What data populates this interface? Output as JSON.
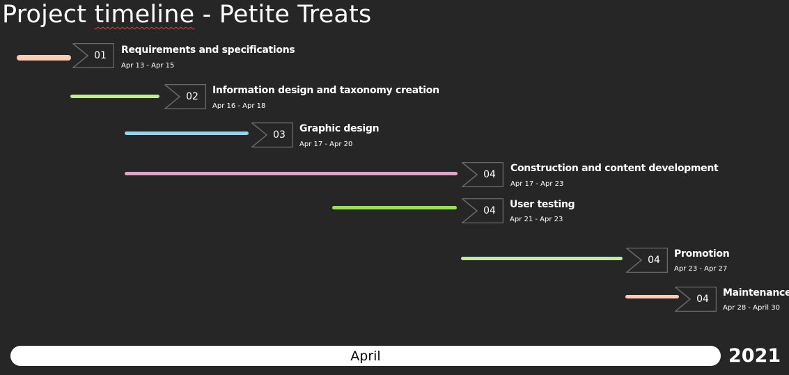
{
  "slide": {
    "title_prefix": "Project ",
    "title_misspelled": "timeline",
    "title_suffix": " - Petite Treats"
  },
  "tasks": [
    {
      "number": "01",
      "name": "Requirements and specifications",
      "dates": "Apr 13 - Apr 15",
      "color": "#f9cdb5"
    },
    {
      "number": "02",
      "name": "Information design and taxonomy creation",
      "dates": "Apr 16 - Apr 18",
      "color": "#c4e89e"
    },
    {
      "number": "03",
      "name": "Graphic design",
      "dates": "Apr 17 - Apr 20",
      "color": "#83def0"
    },
    {
      "number": "04",
      "name": "Construction and content development",
      "dates": "Apr 17 - Apr 23",
      "color": "#e6a3c7"
    },
    {
      "number": "04",
      "name": "User testing",
      "dates": "Apr 21 - Apr 23",
      "color": "#9de058"
    },
    {
      "number": "04",
      "name": "Promotion",
      "dates": "Apr 23 - Apr 27",
      "color": "#c4e89e"
    },
    {
      "number": "04",
      "name": "Maintenance",
      "dates": "Apr 28 - April 30",
      "color": "#f9cdb5"
    }
  ],
  "footer": {
    "month": "April",
    "year": "2021"
  }
}
